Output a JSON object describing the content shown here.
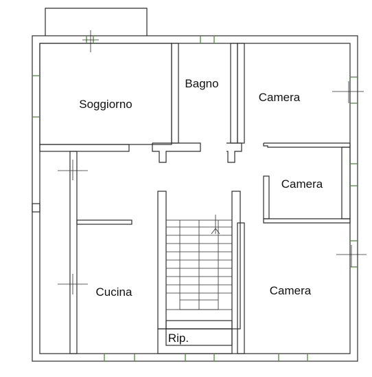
{
  "rooms": {
    "soggiorno": "Soggiorno",
    "bagno": "Bagno",
    "camera_top": "Camera",
    "camera_mid": "Camera",
    "camera_bottom": "Camera",
    "cucina": "Cucina",
    "rip": "Rip."
  },
  "colors": {
    "wall": "#2b2b2b",
    "window": "#4a8a3a"
  }
}
